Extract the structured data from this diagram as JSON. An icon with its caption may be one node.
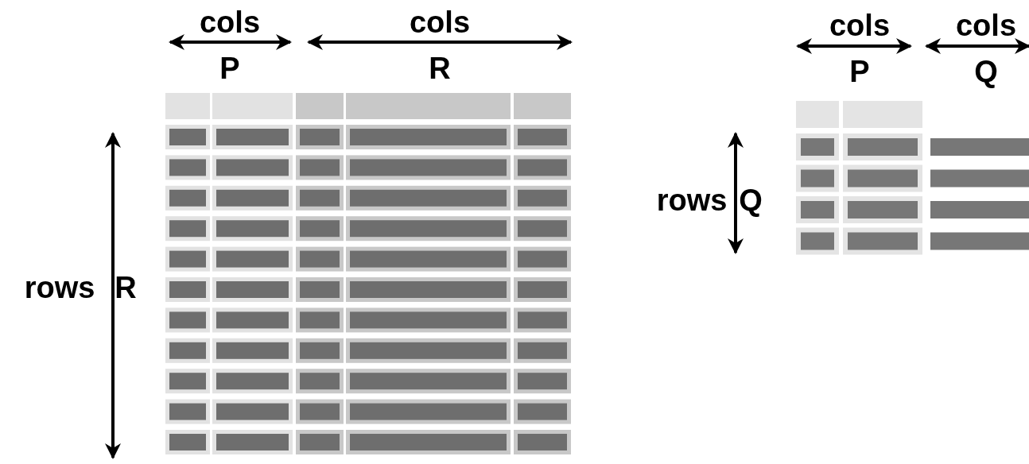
{
  "diagram": {
    "labels": [
      "cols",
      "P",
      "cols",
      "R",
      "rows",
      "R",
      "cols",
      "P",
      "cols",
      "Q",
      "rows",
      "Q"
    ]
  }
}
